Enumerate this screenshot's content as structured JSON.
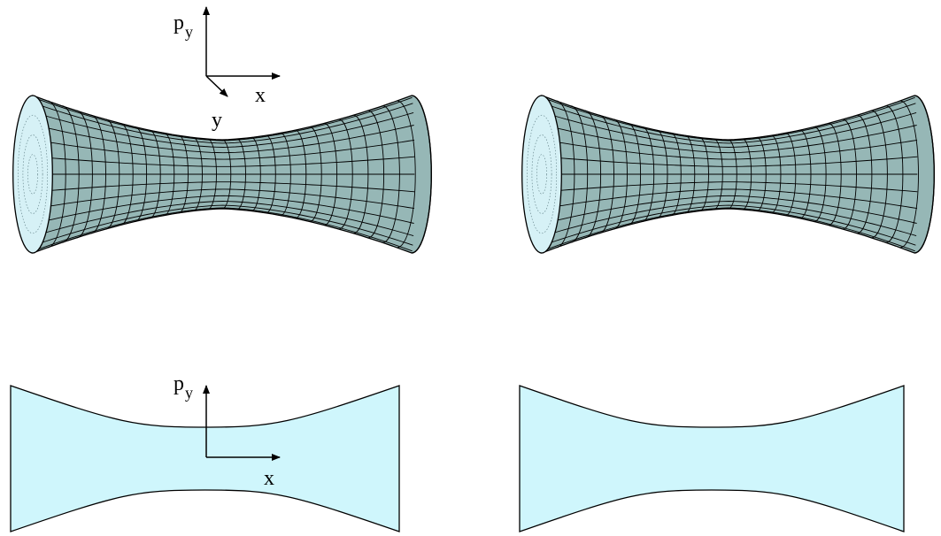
{
  "axes_top": {
    "vertical_label": "p",
    "vertical_sub": "y",
    "horizontal_label": "x",
    "depth_label": "y"
  },
  "axes_bottom": {
    "vertical_label": "p",
    "vertical_sub": "y",
    "horizontal_label": "x"
  },
  "colors": {
    "surface": "#96b7b6",
    "cap": "#d6f1f6",
    "fill": "#cff6fc",
    "line": "#000000"
  }
}
